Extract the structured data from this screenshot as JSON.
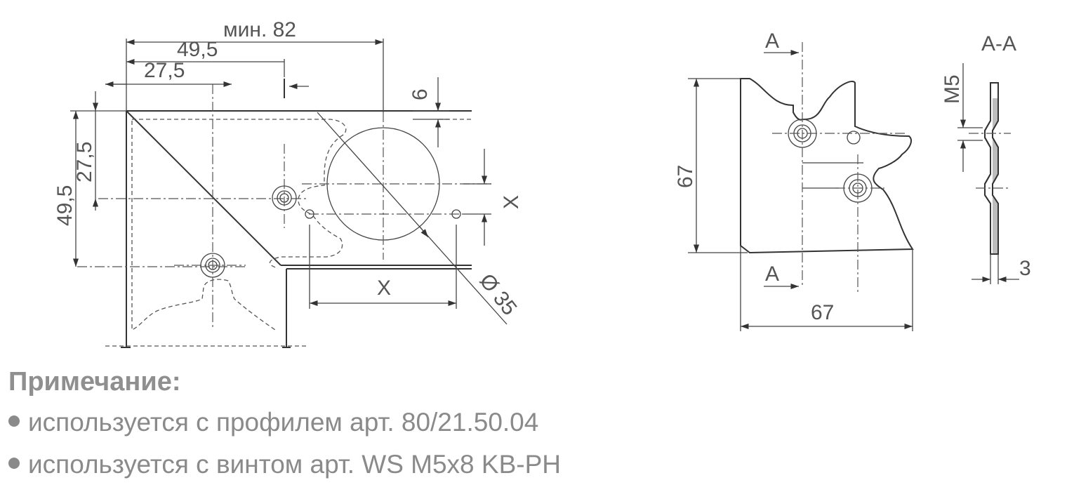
{
  "drawing": {
    "left_view": {
      "dim_min82": "мин. 82",
      "dim_49_5_top": "49,5",
      "dim_27_5_top": "27,5",
      "dim_6": "6",
      "dim_49_5_left": "49,5",
      "dim_27_5_left": "27,5",
      "dim_x_right": "X",
      "dim_x_bottom": "X",
      "dim_diameter": "Ø 35"
    },
    "front_view": {
      "section_mark_top": "A",
      "section_mark_bottom": "A",
      "dim_height": "67",
      "dim_width": "67"
    },
    "section_view": {
      "title": "A-A",
      "thread": "M5",
      "thickness": "3"
    }
  },
  "notes": {
    "title": "Примечание:",
    "items": [
      "используется с профилем арт. 80/21.50.04",
      "используется с винтом арт. WS M5x8 KB-PH"
    ]
  }
}
